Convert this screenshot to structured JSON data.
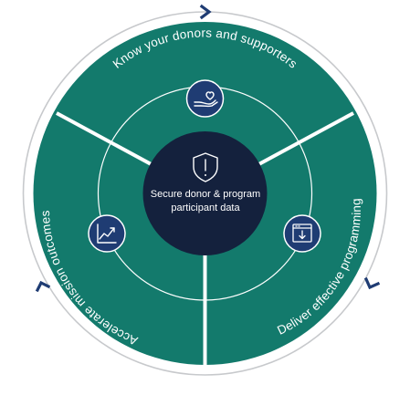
{
  "colors": {
    "segment": "#137a6c",
    "divider": "#ffffff",
    "center": "#14213d",
    "icon_bg": "#1f3c73",
    "icon_stroke": "#ffffff",
    "outer_ring": "#c7c9cc",
    "arrow": "#1f3c73"
  },
  "center": {
    "icon": "shield-exclamation-icon",
    "line1": "Secure donor & program",
    "line2": "participant data"
  },
  "segments": {
    "top": {
      "label": "Know your donors and supporters",
      "icon": "hand-heart-icon"
    },
    "right": {
      "label": "Deliver effective programming",
      "icon": "browser-download-icon"
    },
    "left": {
      "label": "Accelerate mission outcomes",
      "icon": "chart-line-up-icon"
    }
  },
  "arrows": {
    "top": "chevron-right-icon",
    "right": "chevron-down-icon",
    "left": "chevron-up-icon"
  }
}
